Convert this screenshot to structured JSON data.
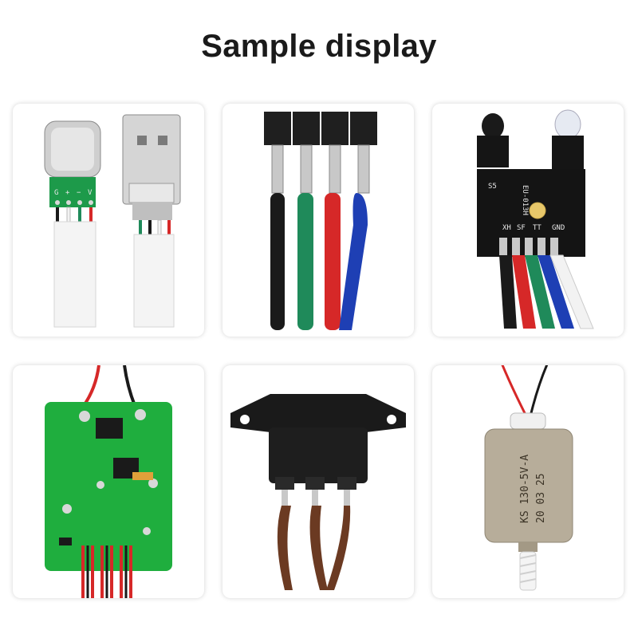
{
  "page": {
    "title": "Sample display"
  },
  "samples": [
    {
      "name": "USB-C and USB-A connector with flat cable",
      "pcb_labels": [
        "G",
        "+",
        "−",
        "V"
      ]
    },
    {
      "name": "Dupont female header with 4 colored wires"
    },
    {
      "name": "IR sensor module with wires",
      "pcb_labels": [
        "EU-013H",
        "S5",
        "XH",
        "SF",
        "TT",
        "GND"
      ]
    },
    {
      "name": "Green power PCB with red and black wires"
    },
    {
      "name": "Black power socket with brown wires"
    },
    {
      "name": "Micro DC motor with worm gear",
      "motor_labels": [
        "KS 130-5V-A",
        "20 03 25"
      ]
    }
  ],
  "colors": {
    "wire_black": "#1a1a1a",
    "wire_green": "#1f8a5a",
    "wire_red": "#d62828",
    "wire_blue": "#1e3fb4",
    "wire_white": "#f2f2f2",
    "wire_brown": "#6b3a22",
    "pcb_green": "#1fae3e",
    "pcb_black": "#141414",
    "metal": "#c9c9c9"
  }
}
